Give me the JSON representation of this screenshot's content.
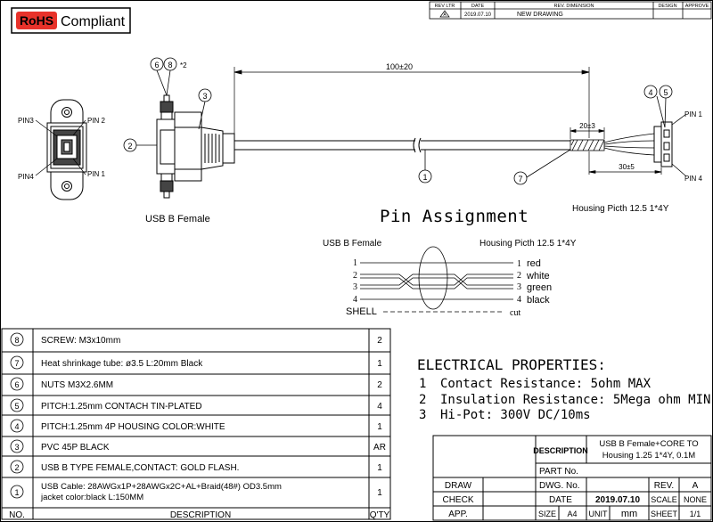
{
  "rohs": {
    "label": "RoHS",
    "compliant": "Compliant",
    "color": "#e8322a"
  },
  "revision": {
    "headers": [
      "REV LTR",
      "DATE",
      "REV. DIMENSION",
      "DESIGN",
      "APPROVE"
    ],
    "date": "2019.07.10",
    "description": "NEW DRAWING",
    "letter": "A"
  },
  "drawing": {
    "balloon_6": "6",
    "balloon_8": "8",
    "note_2": "*2",
    "balloon_3": "3",
    "balloon_2": "2",
    "balloon_1": "1",
    "balloon_7": "7",
    "balloon_4": "4",
    "balloon_5": "5",
    "length_total": "100±20",
    "length_shrink": "20±3",
    "length_tail": "30±5",
    "pin1": "PIN 1",
    "pin2": "PIN 2",
    "pin3": "PIN3",
    "pin4": "PIN4",
    "hpin1": "PIN 1",
    "hpin4": "PIN 4",
    "usb_label": "USB B Female",
    "housing_label": "Housing Picth 12.5 1*4Y"
  },
  "pin_assignment": {
    "title": "Pin Assignment",
    "left_label": "USB B Female",
    "right_label": "Housing Picth 12.5 1*4Y",
    "left_pins": [
      "1",
      "2",
      "3",
      "4"
    ],
    "right_pins": [
      "1",
      "2",
      "3",
      "4"
    ],
    "colors": [
      "red",
      "white",
      "green",
      "black"
    ],
    "shell": "SHELL",
    "cut": "cut"
  },
  "bom": {
    "header_no": "NO.",
    "header_desc": "DESCRIPTION",
    "header_qty": "Q'TY",
    "rows": [
      {
        "no": "8",
        "desc": "SCREW: M3x10mm",
        "qty": "2"
      },
      {
        "no": "7",
        "desc": "Heat shrinkage tube: ø3.5 L:20mm Black",
        "qty": "1"
      },
      {
        "no": "6",
        "desc": "NUTS M3X2.6MM",
        "qty": "2"
      },
      {
        "no": "5",
        "desc": "PITCH:1.25mm CONTACH TIN-PLATED",
        "qty": "4"
      },
      {
        "no": "4",
        "desc": "PITCH:1.25mm 4P HOUSING COLOR:WHITE",
        "qty": "1"
      },
      {
        "no": "3",
        "desc": "PVC 45P BLACK",
        "qty": "AR"
      },
      {
        "no": "2",
        "desc": "USB B TYPE FEMALE,CONTACT: GOLD FLASH.",
        "qty": "1"
      },
      {
        "no": "1",
        "desc": "USB Cable: 28AWGx1P+28AWGx2C+AL+Braid(48#) OD3.5mm",
        "desc2": "jacket color:black L:150MM",
        "qty": "1"
      }
    ]
  },
  "electrical": {
    "title": "ELECTRICAL PROPERTIES:",
    "items": [
      {
        "n": "1",
        "text": "Contact Resistance: 5ohm MAX"
      },
      {
        "n": "2",
        "text": "Insulation Resistance: 5Mega ohm MIN"
      },
      {
        "n": "3",
        "text": "Hi-Pot: 300V DC/10ms"
      }
    ]
  },
  "title_block": {
    "description_label": "DESCRIPTION",
    "description_line1": "USB B Female+CORE TO",
    "description_line2": "Housing 1.25 1*4Y, 0.1M",
    "part_no": "PART No.",
    "draw": "DRAW",
    "check": "CHECK",
    "app": "APP.",
    "dwg_no": "DWG. No.",
    "date_label": "DATE",
    "date": "2019.07.10",
    "rev_label": "REV.",
    "rev": "A",
    "scale_label": "SCALE",
    "scale": "NONE",
    "size_label": "SIZE",
    "size": "A4",
    "unit_label": "UNIT",
    "unit": "mm",
    "sheet_label": "SHEET",
    "sheet": "1/1"
  }
}
